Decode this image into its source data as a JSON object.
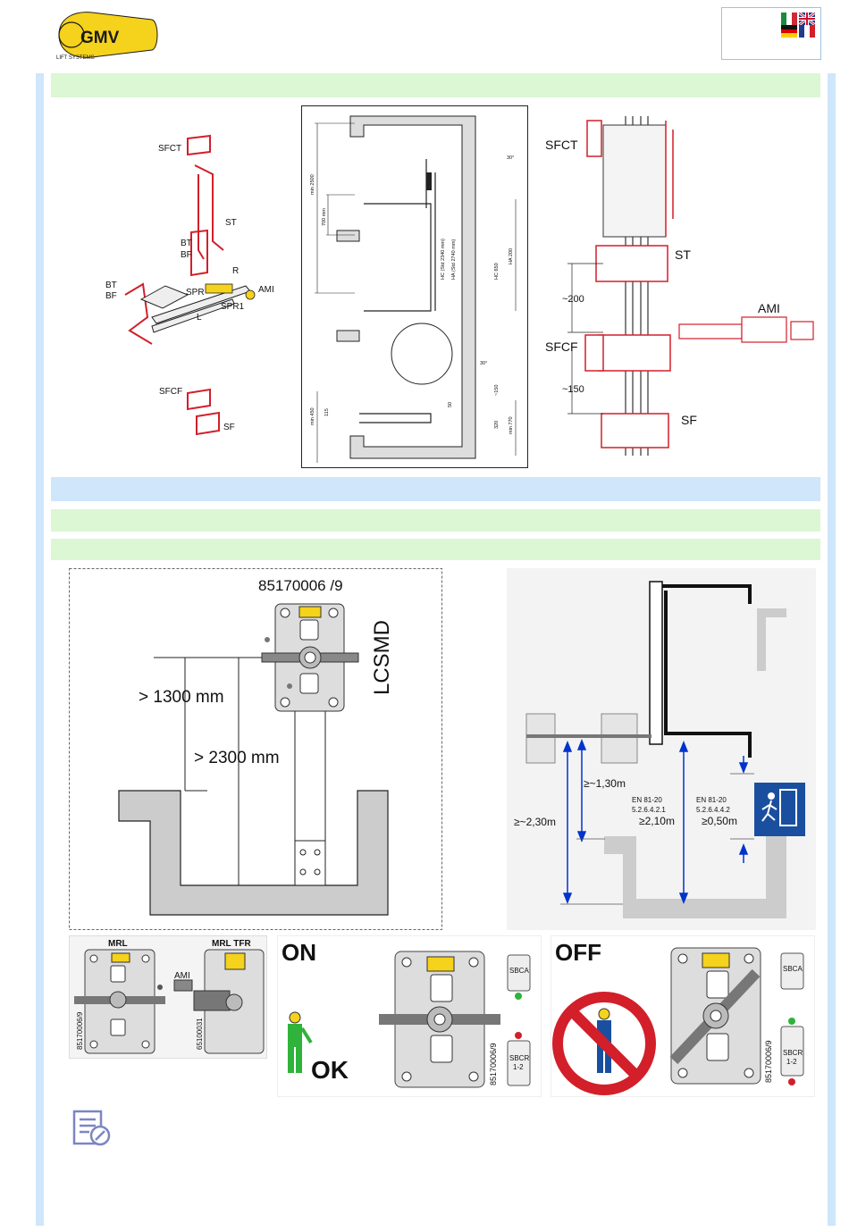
{
  "brand": {
    "logo_text": "GMV",
    "logo_ring_text": "LIFT SYSTEMS"
  },
  "languages": [
    {
      "code": "it",
      "icon": "italy-flag-icon"
    },
    {
      "code": "de",
      "icon": "germany-flag-icon"
    },
    {
      "code": "fr",
      "icon": "france-flag-icon"
    },
    {
      "code": "en",
      "icon": "uk-flag-icon"
    }
  ],
  "colors": {
    "sidebar": "#cfe6fb",
    "band_green": "#dcf7d3",
    "band_blue": "#cfe6fb",
    "brand_yellow": "#f5d21b",
    "accent_red": "#d21f2a",
    "exit_blue": "#1a4fa0"
  },
  "section1": {
    "iso_labels": {
      "sfct": "SFCT",
      "st": "ST",
      "bt1": "BT",
      "bf1": "BF",
      "r": "R",
      "bt2": "BT",
      "bf2": "BF",
      "spr": "SPR",
      "ami": "AMI",
      "spr1": "SPR1",
      "l": "L",
      "sfcf": "SFCF",
      "sf": "SF"
    },
    "shaft_labels": {
      "min2500": "min 2500",
      "dim700": "700 mm",
      "hc_std": "HC (Std 2340 mm)",
      "ha_std": "HA (Std 2740 mm)",
      "hc650": "HC 650",
      "ha200": "HA 200",
      "angle30": "30°",
      "angle30b": "30°",
      "min450": "min 450",
      "dim115": "115",
      "dim50": "50",
      "dim150": "~150",
      "dim320": "320",
      "min770": "min 770"
    },
    "detail_labels": {
      "sfct": "SFCT",
      "st": "ST",
      "dim200": "~200",
      "ami": "AMI",
      "sfcf": "SFCF",
      "dim150": "~150",
      "sf": "SF"
    }
  },
  "section2": {
    "part_number": "85170006 /9",
    "device_code": "LCSMD",
    "dim_1300": "> 1300 mm",
    "dim_2300": "> 2300 mm",
    "pit": {
      "dim_130": "≥~1,30m",
      "dim_230": "≥~2,30m",
      "norm_1": "EN 81-20",
      "clause_1": "5.2.6.4.2.1",
      "dim_210": "≥2,10m",
      "norm_2": "EN 81-20",
      "clause_2": "5.2.6.4.4.2",
      "dim_050": "≥0,50m"
    }
  },
  "section3": {
    "mrl_label": "MRL",
    "mrl_tfr_label": "MRL TFR",
    "ami_label": "AMI",
    "pn_mrl": "85170006/9",
    "pn_tfr": "65100031",
    "on_title": "ON",
    "ok_label": "OK",
    "off_title": "OFF",
    "pn_on": "85170006/9",
    "pn_off": "85170006/9",
    "sbca": "SBCA",
    "sbcr": "SBCR",
    "sbcr_sub": "1-2"
  }
}
